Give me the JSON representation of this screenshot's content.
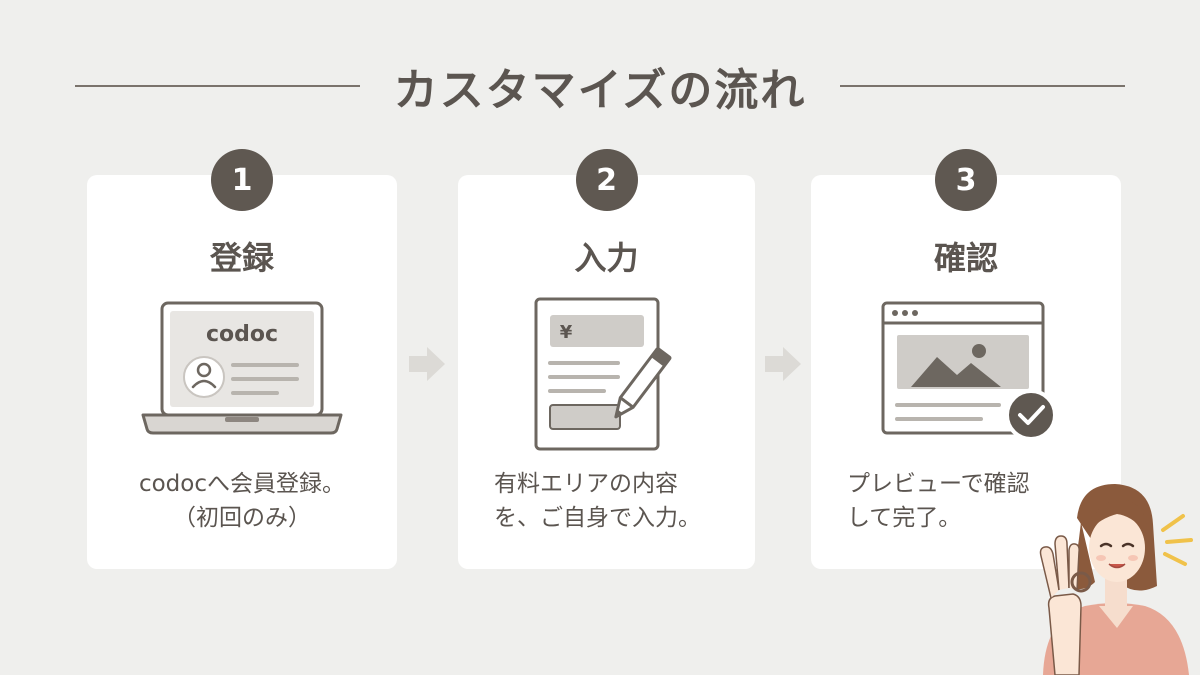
{
  "title": "カスタマイズの流れ",
  "steps": [
    {
      "number": "1",
      "title": "登録",
      "illustration_text": "codoc",
      "description": [
        "codocへ会員登録。",
        "（初回のみ）"
      ]
    },
    {
      "number": "2",
      "title": "入力",
      "illustration_text": "¥",
      "description": [
        "有料エリアの内容",
        "を、ご自身で入力。"
      ]
    },
    {
      "number": "3",
      "title": "確認",
      "description": [
        "プレビューで確認",
        "して完了。"
      ]
    }
  ],
  "colors": {
    "background": "#efefed",
    "card": "#ffffff",
    "accent": "#5f5851",
    "arrow": "#dcdad6"
  },
  "icons": [
    "laptop-icon",
    "user-icon",
    "form-icon",
    "pencil-icon",
    "browser-icon",
    "image-icon",
    "check-icon",
    "arrow-right-icon"
  ]
}
